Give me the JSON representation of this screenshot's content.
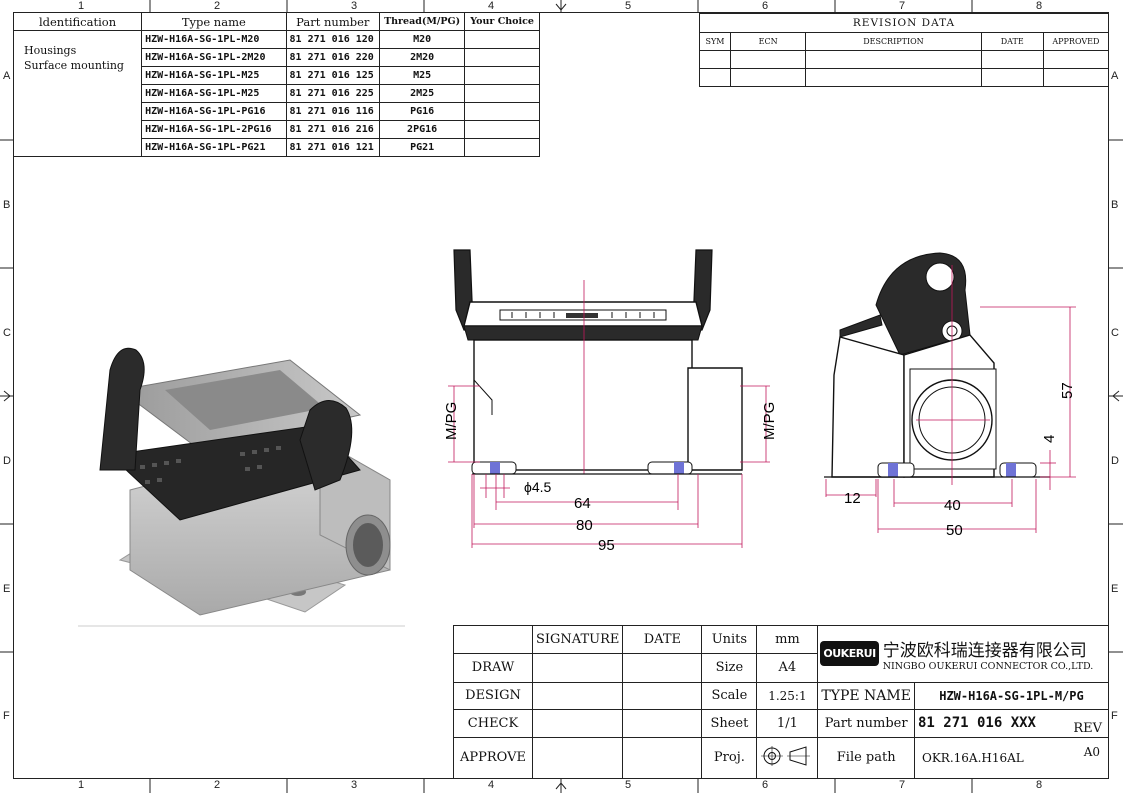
{
  "ruler": {
    "columns": [
      "1",
      "2",
      "3",
      "4",
      "5",
      "6",
      "7",
      "8"
    ],
    "rows": [
      "A",
      "B",
      "C",
      "D",
      "E",
      "F"
    ]
  },
  "parts_table": {
    "headers": [
      "ldentification",
      "Type name",
      "Part number",
      "Thread(M/PG)",
      "Your Choice"
    ],
    "identification": [
      "Housings",
      "Surface mounting"
    ],
    "rows": [
      {
        "type": "HZW-H16A-SG-1PL-M20",
        "part": "81 271 016 120",
        "thread": "M20"
      },
      {
        "type": "HZW-H16A-SG-1PL-2M20",
        "part": "81 271 016 220",
        "thread": "2M20"
      },
      {
        "type": "HZW-H16A-SG-1PL-M25",
        "part": "81 271 016 125",
        "thread": "M25"
      },
      {
        "type": "HZW-H16A-SG-1PL-M25",
        "part": "81 271 016 225",
        "thread": "2M25"
      },
      {
        "type": "HZW-H16A-SG-1PL-PG16",
        "part": "81 271 016 116",
        "thread": "PG16"
      },
      {
        "type": "HZW-H16A-SG-1PL-2PG16",
        "part": "81 271 016 216",
        "thread": "2PG16"
      },
      {
        "type": "HZW-H16A-SG-1PL-PG21",
        "part": "81 271 016 121",
        "thread": "PG21"
      }
    ]
  },
  "revision": {
    "title": "REVISION   DATA",
    "headers": [
      "SYM",
      "ECN",
      "DESCRIPTION",
      "DATE",
      "APPROVED"
    ]
  },
  "dimensions": {
    "hole": "ϕ4.5",
    "d64": "64",
    "d80": "80",
    "d95": "95",
    "thread_left": "M/PG",
    "thread_right": "M/PG",
    "d12": "12",
    "d40": "40",
    "d50": "50",
    "d57": "57",
    "d4": "4"
  },
  "title_block": {
    "signature": "SIGNATURE",
    "date": "DATE",
    "draw": "DRAW",
    "design": "DESIGN",
    "check": "CHECK",
    "approve": "APPROVE",
    "units_label": "Units",
    "units_value": "mm",
    "size_label": "Size",
    "size_value": "A4",
    "scale_label": "Scale",
    "scale_value": "1.25:1",
    "sheet_label": "Sheet",
    "sheet_value": "1/1",
    "proj_label": "Proj.",
    "company_cn": "宁波欧科瑞连接器有限公司",
    "company_en": "NINGBO OUKERUI CONNECTOR CO.,LTD.",
    "logo_text": "OUKERUI",
    "type_name_label": "TYPE NAME",
    "type_name_value": "HZW-H16A-SG-1PL-M/PG",
    "part_number_label": "Part number",
    "part_number_value": "81 271 016 XXX",
    "rev_label": "REV",
    "file_path_label": "File path",
    "file_path_value": "OKR.16A.H16AL",
    "rev_value": "A0"
  }
}
